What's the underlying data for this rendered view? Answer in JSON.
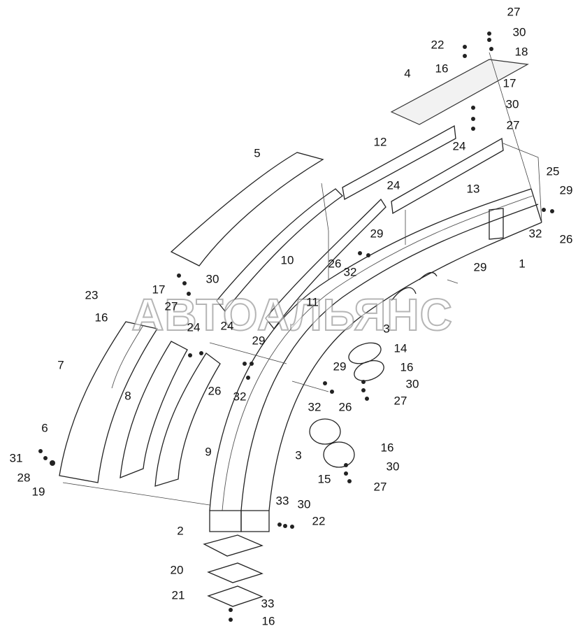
{
  "labels": [
    "27",
    "30",
    "22",
    "18",
    "16",
    "4",
    "17",
    "30",
    "27",
    "24",
    "12",
    "13",
    "25",
    "29",
    "5",
    "24",
    "10",
    "26",
    "32",
    "29",
    "1",
    "32",
    "26",
    "29",
    "11",
    "30",
    "17",
    "27",
    "23",
    "16",
    "24",
    "24",
    "3",
    "14",
    "16",
    "30",
    "27",
    "29",
    "26",
    "26",
    "32",
    "29",
    "32",
    "7",
    "8",
    "6",
    "9",
    "3",
    "16",
    "30",
    "27",
    "15",
    "31",
    "28",
    "19",
    "33",
    "30",
    "22",
    "2",
    "20",
    "21",
    "33",
    "16"
  ],
  "watermark": "АВТОАЛЬЯНС"
}
